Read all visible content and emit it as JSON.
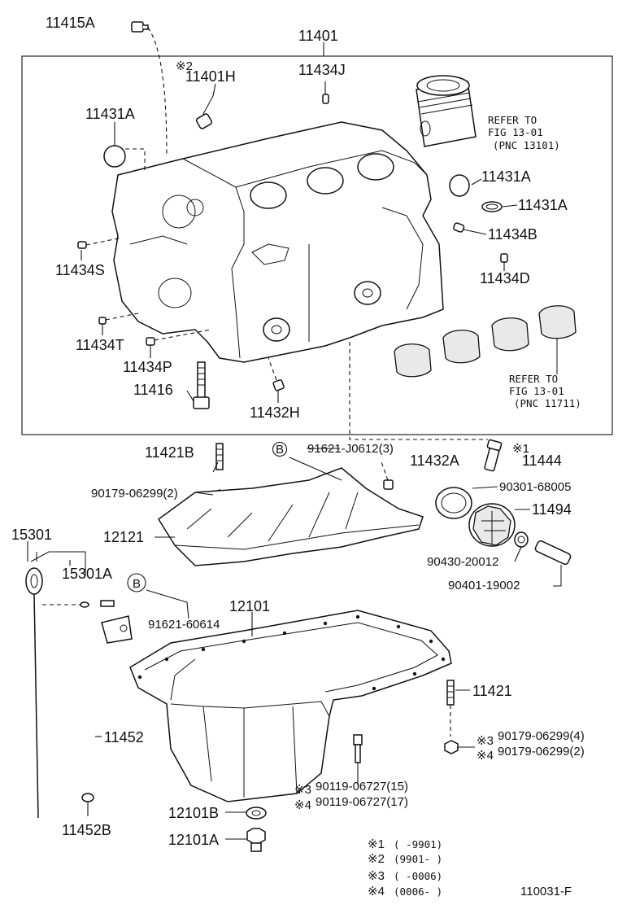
{
  "diagram_id": "110031-F",
  "part_labels": {
    "p11415A": "11415A",
    "p11401": "11401",
    "p11401H": "11401H",
    "p11434J": "11434J",
    "p11431A_1": "11431A",
    "p11431A_2": "11431A",
    "p11431A_3": "11431A",
    "p11434B": "11434B",
    "p11434D": "11434D",
    "p11434S": "11434S",
    "p11434T": "11434T",
    "p11434P": "11434P",
    "p11416": "11416",
    "p11432H": "11432H",
    "p11421B": "11421B",
    "p91621_J0612": "91621-J0612(3)",
    "p11432A": "11432A",
    "p11444": "11444",
    "p90179_06299_2": "90179-06299(2)",
    "p90301_68005": "90301-68005",
    "p11494": "11494",
    "p12121": "12121",
    "p90430_20012": "90430-20012",
    "p90401_19002": "90401-19002",
    "p15301": "15301",
    "p15301A": "15301A",
    "p12101": "12101",
    "p91621_60614": "91621-60614",
    "p11421": "11421",
    "p11452": "11452",
    "p90179_06299_4b": "90179-06299(4)",
    "p90179_06299_2b": "90179-06299(2)",
    "p90119_15": "90119-06727(15)",
    "p90119_17": "90119-06727(17)",
    "p11452B": "11452B",
    "p12101B": "12101B",
    "p12101A": "12101A"
  },
  "callout_markers": {
    "b1": "B",
    "b2": "B",
    "m1": "※1",
    "m2": "※2",
    "m3": "※3",
    "m4": "※4",
    "m3b": "※3",
    "m4b": "※4"
  },
  "refer_notes": {
    "piston": [
      "REFER TO",
      "FIG 13-01",
      "(PNC 13101)"
    ],
    "bearing": [
      "REFER TO",
      "FIG 13-01",
      "(PNC 11711)"
    ]
  },
  "legend": [
    {
      "mark": "※1",
      "range": "(      -9901)"
    },
    {
      "mark": "※2",
      "range": "(9901-      )"
    },
    {
      "mark": "※3",
      "range": "(      -0006)"
    },
    {
      "mark": "※4",
      "range": "(0006-      )"
    }
  ]
}
